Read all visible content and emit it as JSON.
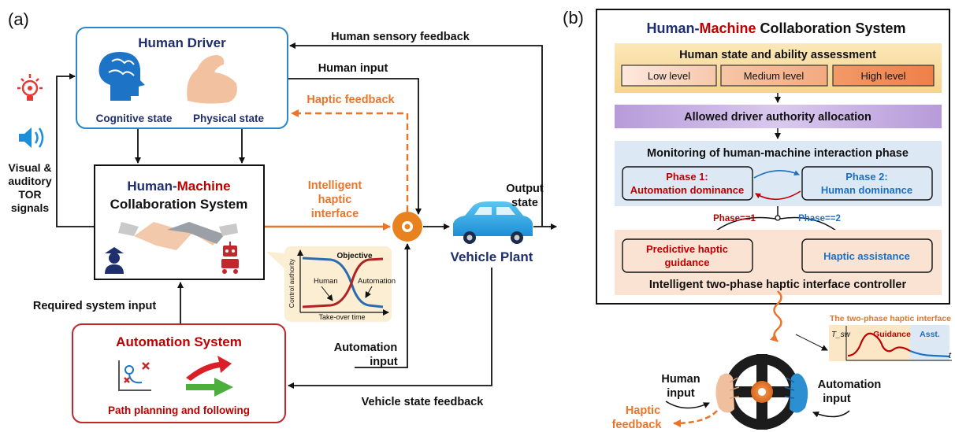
{
  "panel_a": {
    "label": "(a)",
    "human_driver": {
      "title": "Human Driver",
      "cognitive_label": "Cognitive state",
      "physical_label": "Physical state"
    },
    "hmcs": {
      "title_part1": "Human-",
      "title_part2": "Machine",
      "title_line2": "Collaboration System"
    },
    "automation_system": {
      "title": "Automation System",
      "subtitle": "Path planning and following"
    },
    "vehicle_plant": "Vehicle Plant",
    "arrows": {
      "human_sensory_feedback": "Human sensory feedback",
      "human_input": "Human input",
      "haptic_feedback": "Haptic feedback",
      "intelligent_haptic_line1": "Intelligent",
      "intelligent_haptic_line2": "haptic",
      "intelligent_haptic_line3": "interface",
      "output_state_line1": "Output",
      "output_state_line2": "state",
      "required_system_input": "Required system input",
      "automation_input_line1": "Automation",
      "automation_input_line2": "input",
      "vehicle_state_feedback": "Vehicle state feedback",
      "tor_line1": "Visual &",
      "tor_line2": "auditory",
      "tor_line3": "TOR",
      "tor_line4": "signals"
    },
    "inset": {
      "objective": "Objective",
      "ylabel": "Control authority",
      "xlabel": "Take-over time",
      "human": "Human",
      "automation": "Automation"
    }
  },
  "panel_b": {
    "label": "(b)",
    "title_part1": "Human-",
    "title_part2": "Machine",
    "title_part3": " Collaboration System",
    "assessment": {
      "title": "Human state and ability assessment",
      "levels": [
        "Low level",
        "Medium level",
        "High level"
      ]
    },
    "allocation": "Allowed driver authority allocation",
    "monitoring": {
      "title": "Monitoring of human-machine  interaction phase",
      "phase1_line1": "Phase 1:",
      "phase1_line2": "Automation dominance",
      "phase2_line1": "Phase 2:",
      "phase2_line2": "Human dominance"
    },
    "branch": {
      "phase1": "Phase==1",
      "phase2": "Phase==2"
    },
    "controller": {
      "predictive_line1": "Predictive haptic",
      "predictive_line2": "guidance",
      "assistance": "Haptic assistance",
      "title": "Intelligent two-phase haptic interface controller"
    },
    "mini_plot": {
      "title": "The two-phase haptic interface",
      "ylabel": "T_sw",
      "xlabel": "t",
      "guidance": "Guidance",
      "assist": "Asst."
    },
    "wheel": {
      "human_line1": "Human",
      "human_line2": "input",
      "auto_line1": "Automation",
      "auto_line2": "input",
      "haptic_line1": "Haptic",
      "haptic_line2": "feedback"
    }
  },
  "colors": {
    "navy": "#1f2f6e",
    "red": "#c00000",
    "orange": "#e8752a",
    "blue_text": "#1d6fc2",
    "driver_border": "#2e86c8",
    "auto_border": "#c0282d"
  }
}
